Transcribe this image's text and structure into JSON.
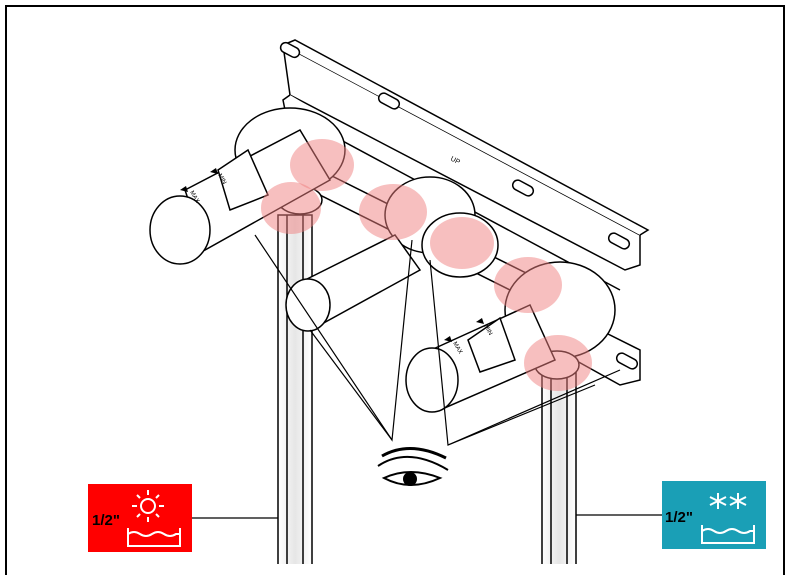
{
  "valve_label_up": "UP",
  "cartridge_left": {
    "min_label": "MIN",
    "max_label": "MAX"
  },
  "cartridge_right": {
    "min_label": "MIN",
    "max_label": "MAX"
  },
  "hot_inlet": {
    "size": "1/2\"",
    "icon": "sun-icon",
    "color": "#ff0000"
  },
  "cold_inlet": {
    "size": "1/2\"",
    "icon": "snowflake-icon",
    "color": "#1a9fb6"
  },
  "highlight_color": "#f08080",
  "inspect_icon": "eye-icon"
}
